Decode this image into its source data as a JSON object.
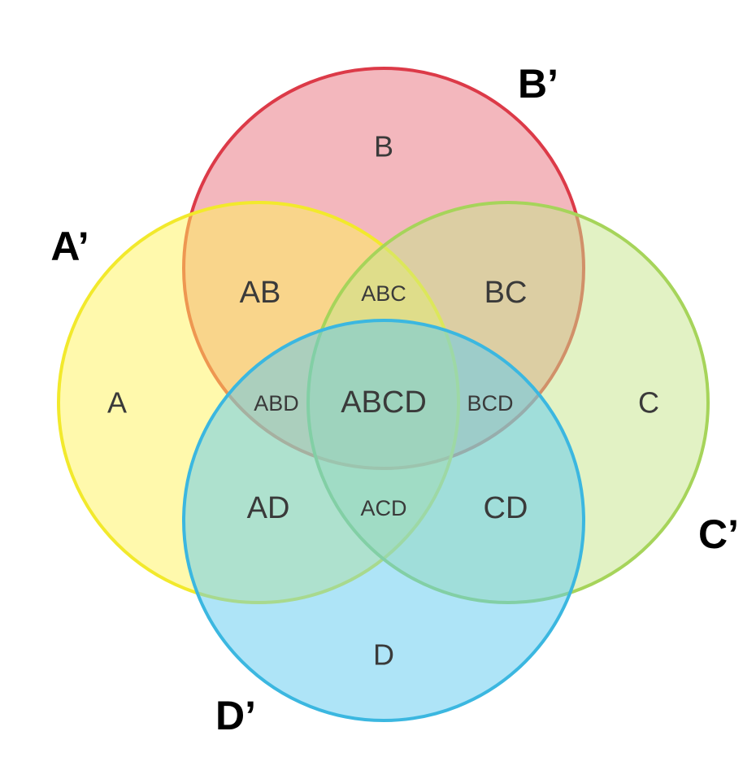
{
  "sets": [
    {
      "id": "A",
      "fill": "#fff35a",
      "stroke": "#f2e92c"
    },
    {
      "id": "B",
      "fill": "#e8707c",
      "stroke": "#dc3a48"
    },
    {
      "id": "C",
      "fill": "#c6e58a",
      "stroke": "#a6d45a"
    },
    {
      "id": "D",
      "fill": "#5ecaf0",
      "stroke": "#3bb7e0"
    }
  ],
  "regions": {
    "A": "A",
    "B": "B",
    "C": "C",
    "D": "D",
    "AB": "AB",
    "BC": "BC",
    "CD": "CD",
    "AD": "AD",
    "ABC": "ABC",
    "ABD": "ABD",
    "BCD": "BCD",
    "ACD": "ACD",
    "ABCD": "ABCD"
  },
  "outer_labels": {
    "A_prime": "A’",
    "B_prime": "B’",
    "C_prime": "C’",
    "D_prime": "D’"
  }
}
